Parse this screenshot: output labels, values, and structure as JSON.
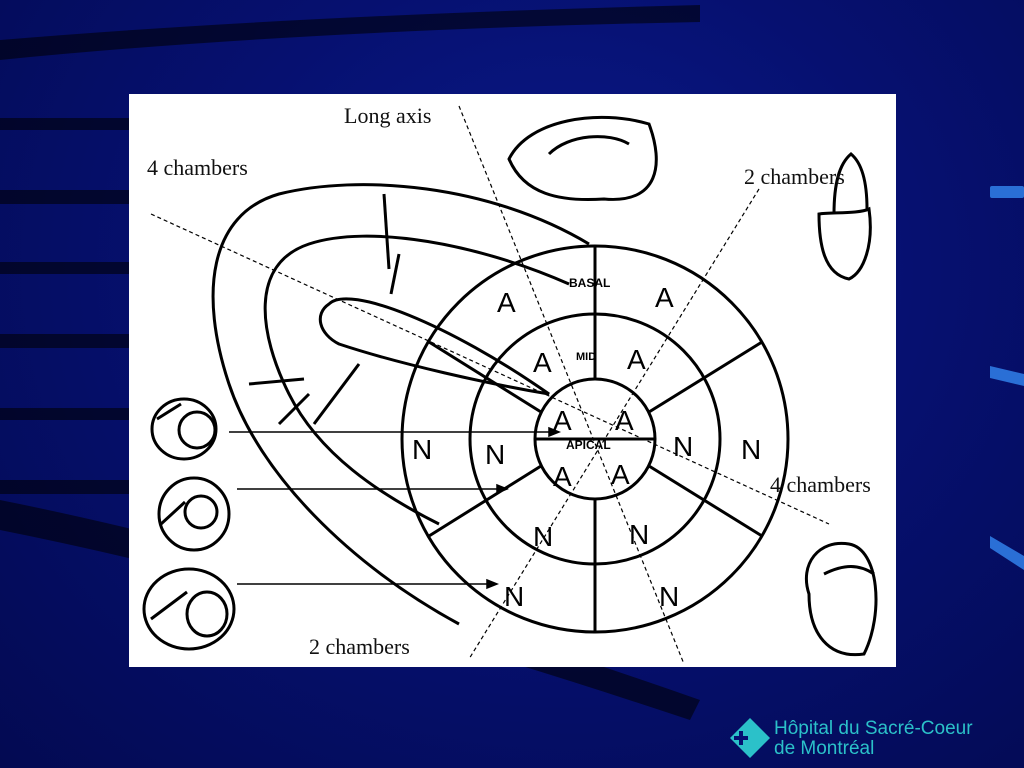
{
  "labels": {
    "long_axis": "Long axis",
    "four_chambers_top": "4 chambers",
    "two_chambers_top": "2 chambers",
    "four_chambers_right": "4 chambers",
    "two_chambers_bottom": "2 chambers"
  },
  "bullseye": {
    "ring_labels": {
      "basal": "BASAL",
      "mid": "MID",
      "apical": "APICAL"
    },
    "segment_letters": {
      "basal_outer": [
        "A",
        "A",
        "N",
        "N",
        "N",
        "N"
      ],
      "mid": [
        "A",
        "A",
        "N",
        "N",
        "N",
        "N"
      ],
      "apical": [
        "A",
        "A",
        "A",
        "A"
      ]
    }
  },
  "logo": {
    "line1": "Hôpital du Sacré-Coeur",
    "line2": "de Montréal",
    "icon": "hospital-cross-icon"
  },
  "colors": {
    "background": "#061070",
    "logo_text": "#2bc1c9",
    "panel": "#ffffff"
  }
}
